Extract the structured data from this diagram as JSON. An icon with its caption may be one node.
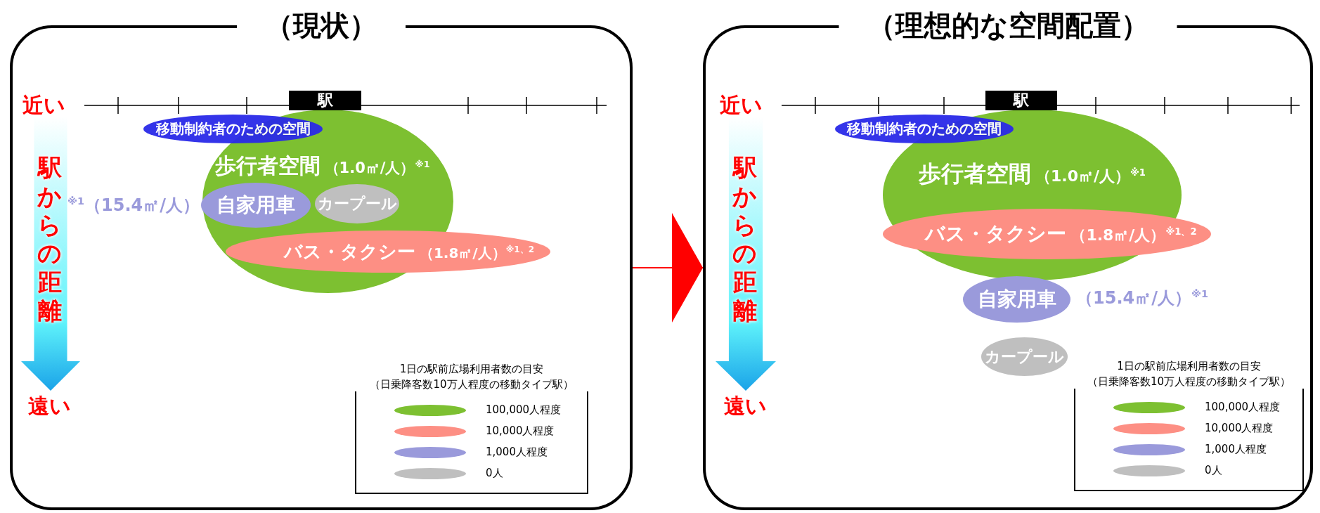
{
  "diagram": {
    "nodes": [
      {
        "text": [
          "（現状）"
        ]
      },
      {
        "text": [
          "駅"
        ],
        "in": 0
      },
      {
        "text": [
          "移動制約者のための空間"
        ],
        "in": 0
      },
      {
        "text": [
          "歩行者空間",
          "（1.0㎡/人）$^{※1}$"
        ],
        "in": 0
      },
      {
        "text": [
          "自家用車"
        ],
        "in": 3,
        "beside": [
          "$^{※1}$（15.4㎡/人）"
        ]
      },
      {
        "text": [
          "カープール"
        ],
        "in": 3
      },
      {
        "text": [
          "バス・タクシー",
          "（1.8㎡/人）$^{※1、2}$"
        ],
        "in": 0
      },
      {
        "text": [
          "（理想的な空間配置）"
        ]
      },
      {
        "text": [
          "駅"
        ],
        "in": 7
      },
      {
        "text": [
          "移動制約者のための空間"
        ],
        "in": 7
      },
      {
        "text": [
          "歩行者空間",
          "（1.0㎡/人）$^{※1}$"
        ],
        "in": 7
      },
      {
        "text": [
          "バス・タクシー",
          "（1.8㎡/人）$^{※1、2}$"
        ],
        "in": 7
      },
      {
        "text": [
          "自家用車"
        ],
        "in": 7,
        "beside": [
          "（15.4㎡/人）$^{※1}$"
        ]
      },
      {
        "text": [
          "カープール"
        ],
        "in": 7
      }
    ],
    "edges": [
      {
        "from": 0,
        "to": 7,
        "arrow": "to"
      }
    ],
    "labels": [
      "近い",
      "駅からの距離",
      "遠い",
      "1日の駅前広場利用者数の目安",
      "（日乗降客数10万人程度の移動タイプ駅）",
      "近い",
      "駅からの距離",
      "遠い",
      "1日の駅前広場利用者数の目安",
      "（日乗降客数10万人程度の移動タイプ駅）"
    ],
    "legend": [
      {
        "text": "100,000人程度",
        "color": "#7dc031"
      },
      {
        "text": "10,000人程度",
        "color": "#fd8f84"
      },
      {
        "text": "1,000人程度",
        "color": "#9a9adb"
      },
      {
        "text": "0人",
        "color": "#bfbfbf"
      },
      {
        "text": "100,000人程度",
        "color": "#7dc031"
      },
      {
        "text": "10,000人程度",
        "color": "#fd8f84"
      },
      {
        "text": "1,000人程度",
        "color": "#9a9adb"
      },
      {
        "text": "0人",
        "color": "#bfbfbf"
      }
    ]
  }
}
